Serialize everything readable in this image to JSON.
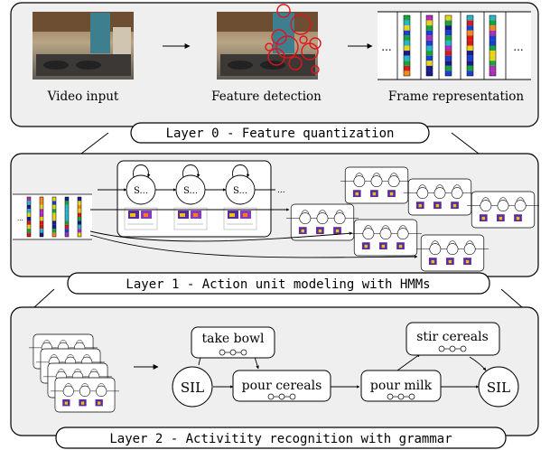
{
  "layer0": {
    "title": "Layer 0 - Feature quantization",
    "captions": [
      "Video input",
      "Feature detection",
      "Frame representation"
    ],
    "ellipsis": "..."
  },
  "layer1": {
    "title": "Layer 1 - Action unit modeling with HMMs",
    "state_label": "S...",
    "ellipsis": "..."
  },
  "layer2": {
    "title": "Layer 2 - Activitity recognition with grammar",
    "nodes": {
      "sil_start": "SIL",
      "take_bowl": "take bowl",
      "pour_cereals": "pour cereals",
      "pour_milk": "pour milk",
      "stir_cereals": "stir cereals",
      "sil_end": "SIL"
    }
  },
  "colors": {
    "panel_fill": "#efefef",
    "stroke": "#000000",
    "feature_circle": "#e0141c",
    "barcode": [
      "#e6d41a",
      "#1b3fcf",
      "#d81a1a",
      "#1aa33a",
      "#27b5c8",
      "#b02fb8",
      "#f08a1a",
      "#1a1a8a"
    ]
  }
}
